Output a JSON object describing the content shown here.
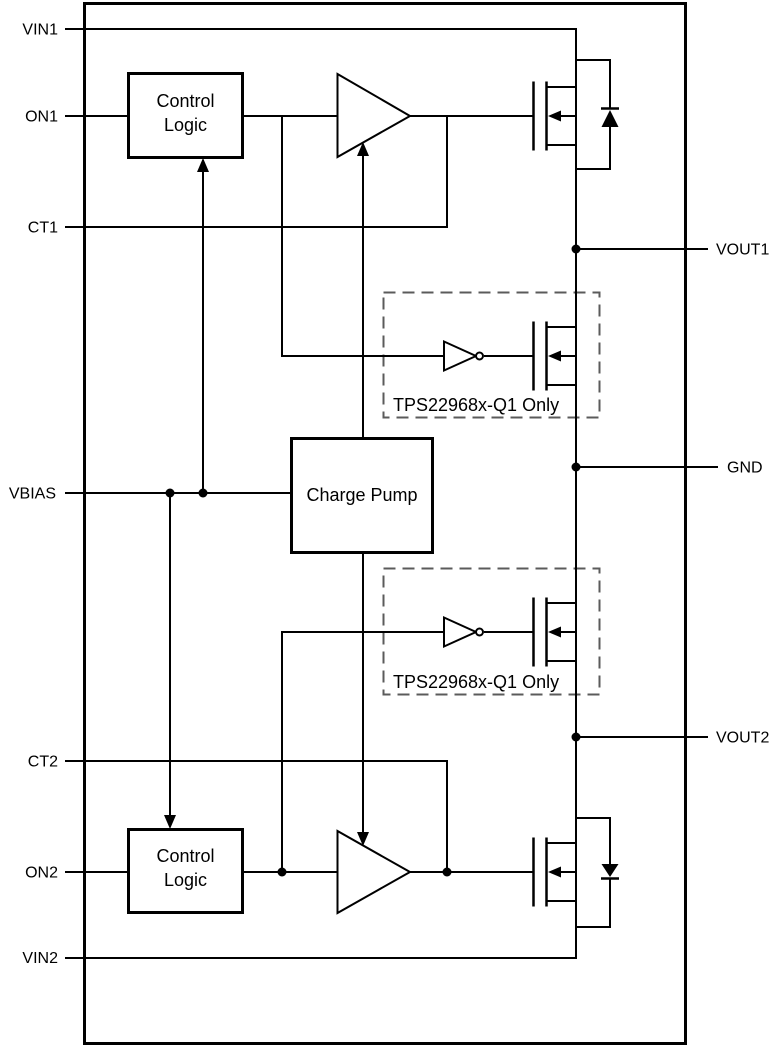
{
  "pins": {
    "left": [
      {
        "label": "VIN1"
      },
      {
        "label": "ON1"
      },
      {
        "label": "CT1"
      },
      {
        "label": "VBIAS"
      },
      {
        "label": "CT2"
      },
      {
        "label": "ON2"
      },
      {
        "label": "VIN2"
      }
    ],
    "right": [
      {
        "label": "VOUT1"
      },
      {
        "label": "GND"
      },
      {
        "label": "VOUT2"
      }
    ]
  },
  "blocks": {
    "control_logic_1": {
      "line1": "Control",
      "line2": "Logic"
    },
    "control_logic_2": {
      "line1": "Control",
      "line2": "Logic"
    },
    "charge_pump": {
      "label": "Charge Pump"
    }
  },
  "variant_notes": {
    "box1": "TPS22968x-Q1 Only",
    "box2": "TPS22968x-Q1 Only"
  },
  "colors": {
    "line": "#000000",
    "dashed_box": "#5b5b5b",
    "background": "#ffffff"
  }
}
